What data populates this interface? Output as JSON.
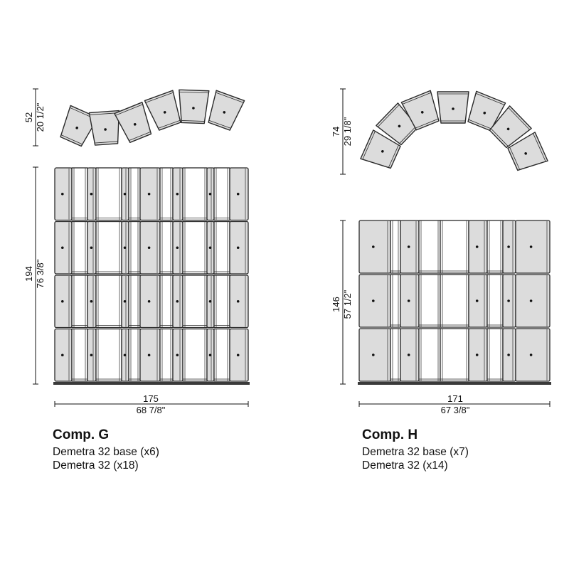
{
  "comp_g": {
    "title": "Comp. G",
    "lines": [
      "Demetra 32 base (x6)",
      "Demetra 32 (x18)"
    ],
    "plan_depth_cm": "52",
    "plan_depth_in": "20 1/2\"",
    "height_cm": "194",
    "height_in": "76 3/8\"",
    "width_cm": "175",
    "width_in": "68 7/8\""
  },
  "comp_h": {
    "title": "Comp. H",
    "lines": [
      "Demetra 32 base (x7)",
      "Demetra 32 (x14)"
    ],
    "plan_depth_cm": "74",
    "plan_depth_in": "29 1/8\"",
    "height_cm": "146",
    "height_in": "57 1/2\"",
    "width_cm": "171",
    "width_in": "67 3/8\""
  },
  "colors": {
    "module_fill": "#dcdcdc",
    "line": "#2a2a2a",
    "background": "#ffffff"
  }
}
